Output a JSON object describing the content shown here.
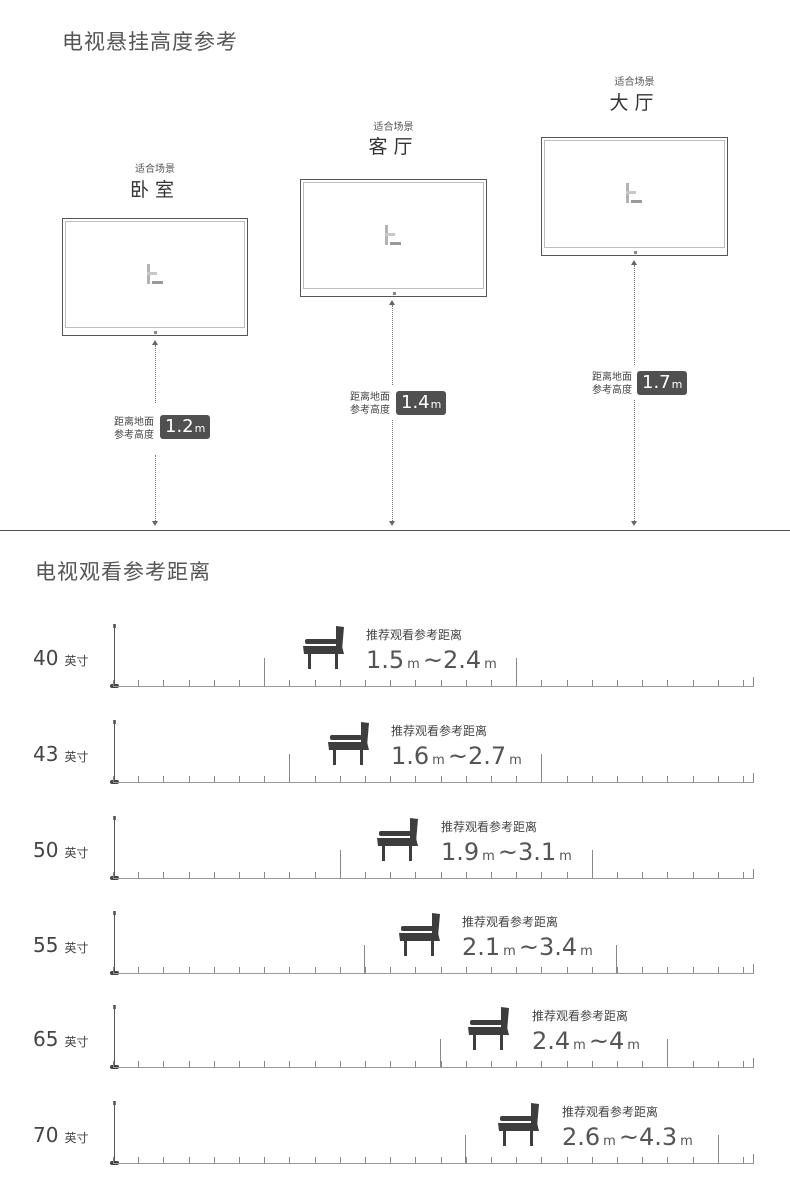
{
  "hanging": {
    "title": "电视悬挂高度参考",
    "scene_caption": "适合场景",
    "label_line1": "距离地面",
    "label_line2": "参考高度",
    "unit": "m",
    "tvs": [
      {
        "room": "卧室",
        "height_value": "1.2"
      },
      {
        "room": "客厅",
        "height_value": "1.4"
      },
      {
        "room": "大厅",
        "height_value": "1.7"
      }
    ]
  },
  "viewing": {
    "title": "电视观看参考距离",
    "recommend_label": "推荐观看参考距离",
    "size_unit": "英寸",
    "unit": "m",
    "separator": "~",
    "rows": [
      {
        "size": "40",
        "min": "1.5",
        "max": "2.4"
      },
      {
        "size": "43",
        "min": "1.6",
        "max": "2.7"
      },
      {
        "size": "50",
        "min": "1.9",
        "max": "3.1"
      },
      {
        "size": "55",
        "min": "2.1",
        "max": "3.4"
      },
      {
        "size": "65",
        "min": "2.4",
        "max": "4"
      },
      {
        "size": "70",
        "min": "2.6",
        "max": "4.3"
      }
    ]
  },
  "icons": {
    "chair": "armchair-icon",
    "tv": "tv-icon",
    "logo": "brand-logo-icon"
  }
}
